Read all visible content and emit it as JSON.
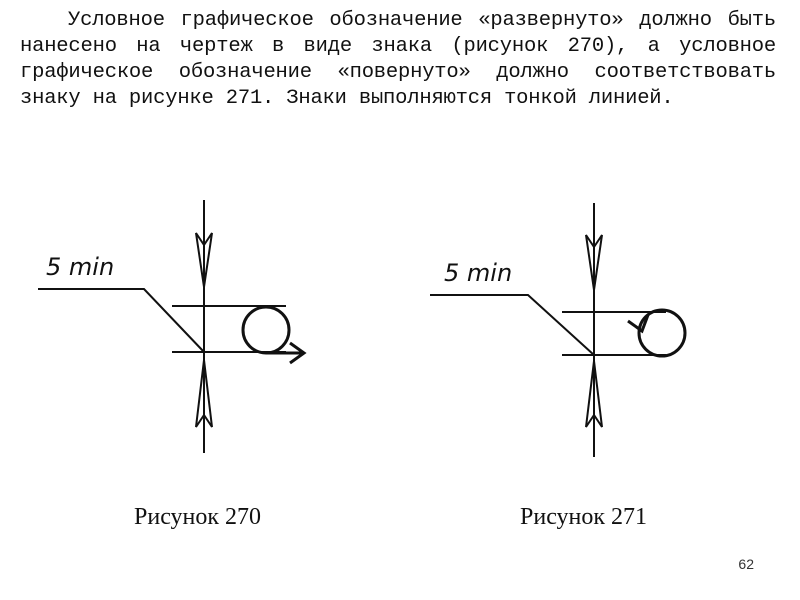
{
  "slide": {
    "paragraph": "Условное графическое обозначение «развернуто» должно быть нанесено на чертеж в виде знака (рисунок 270), а условное графическое обозначение «повернуто» должно соответствовать знаку на рисунке 271. Знаки выполняются тонкой линией.",
    "page_number": "62"
  },
  "figures": [
    {
      "caption": "Рисунок 270",
      "dimension_label": "5 min",
      "symbol": "unfolded-circle-arrow-icon"
    },
    {
      "caption": "Рисунок 271",
      "dimension_label": "5 min",
      "symbol": "rotated-circle-arrow-icon"
    }
  ]
}
